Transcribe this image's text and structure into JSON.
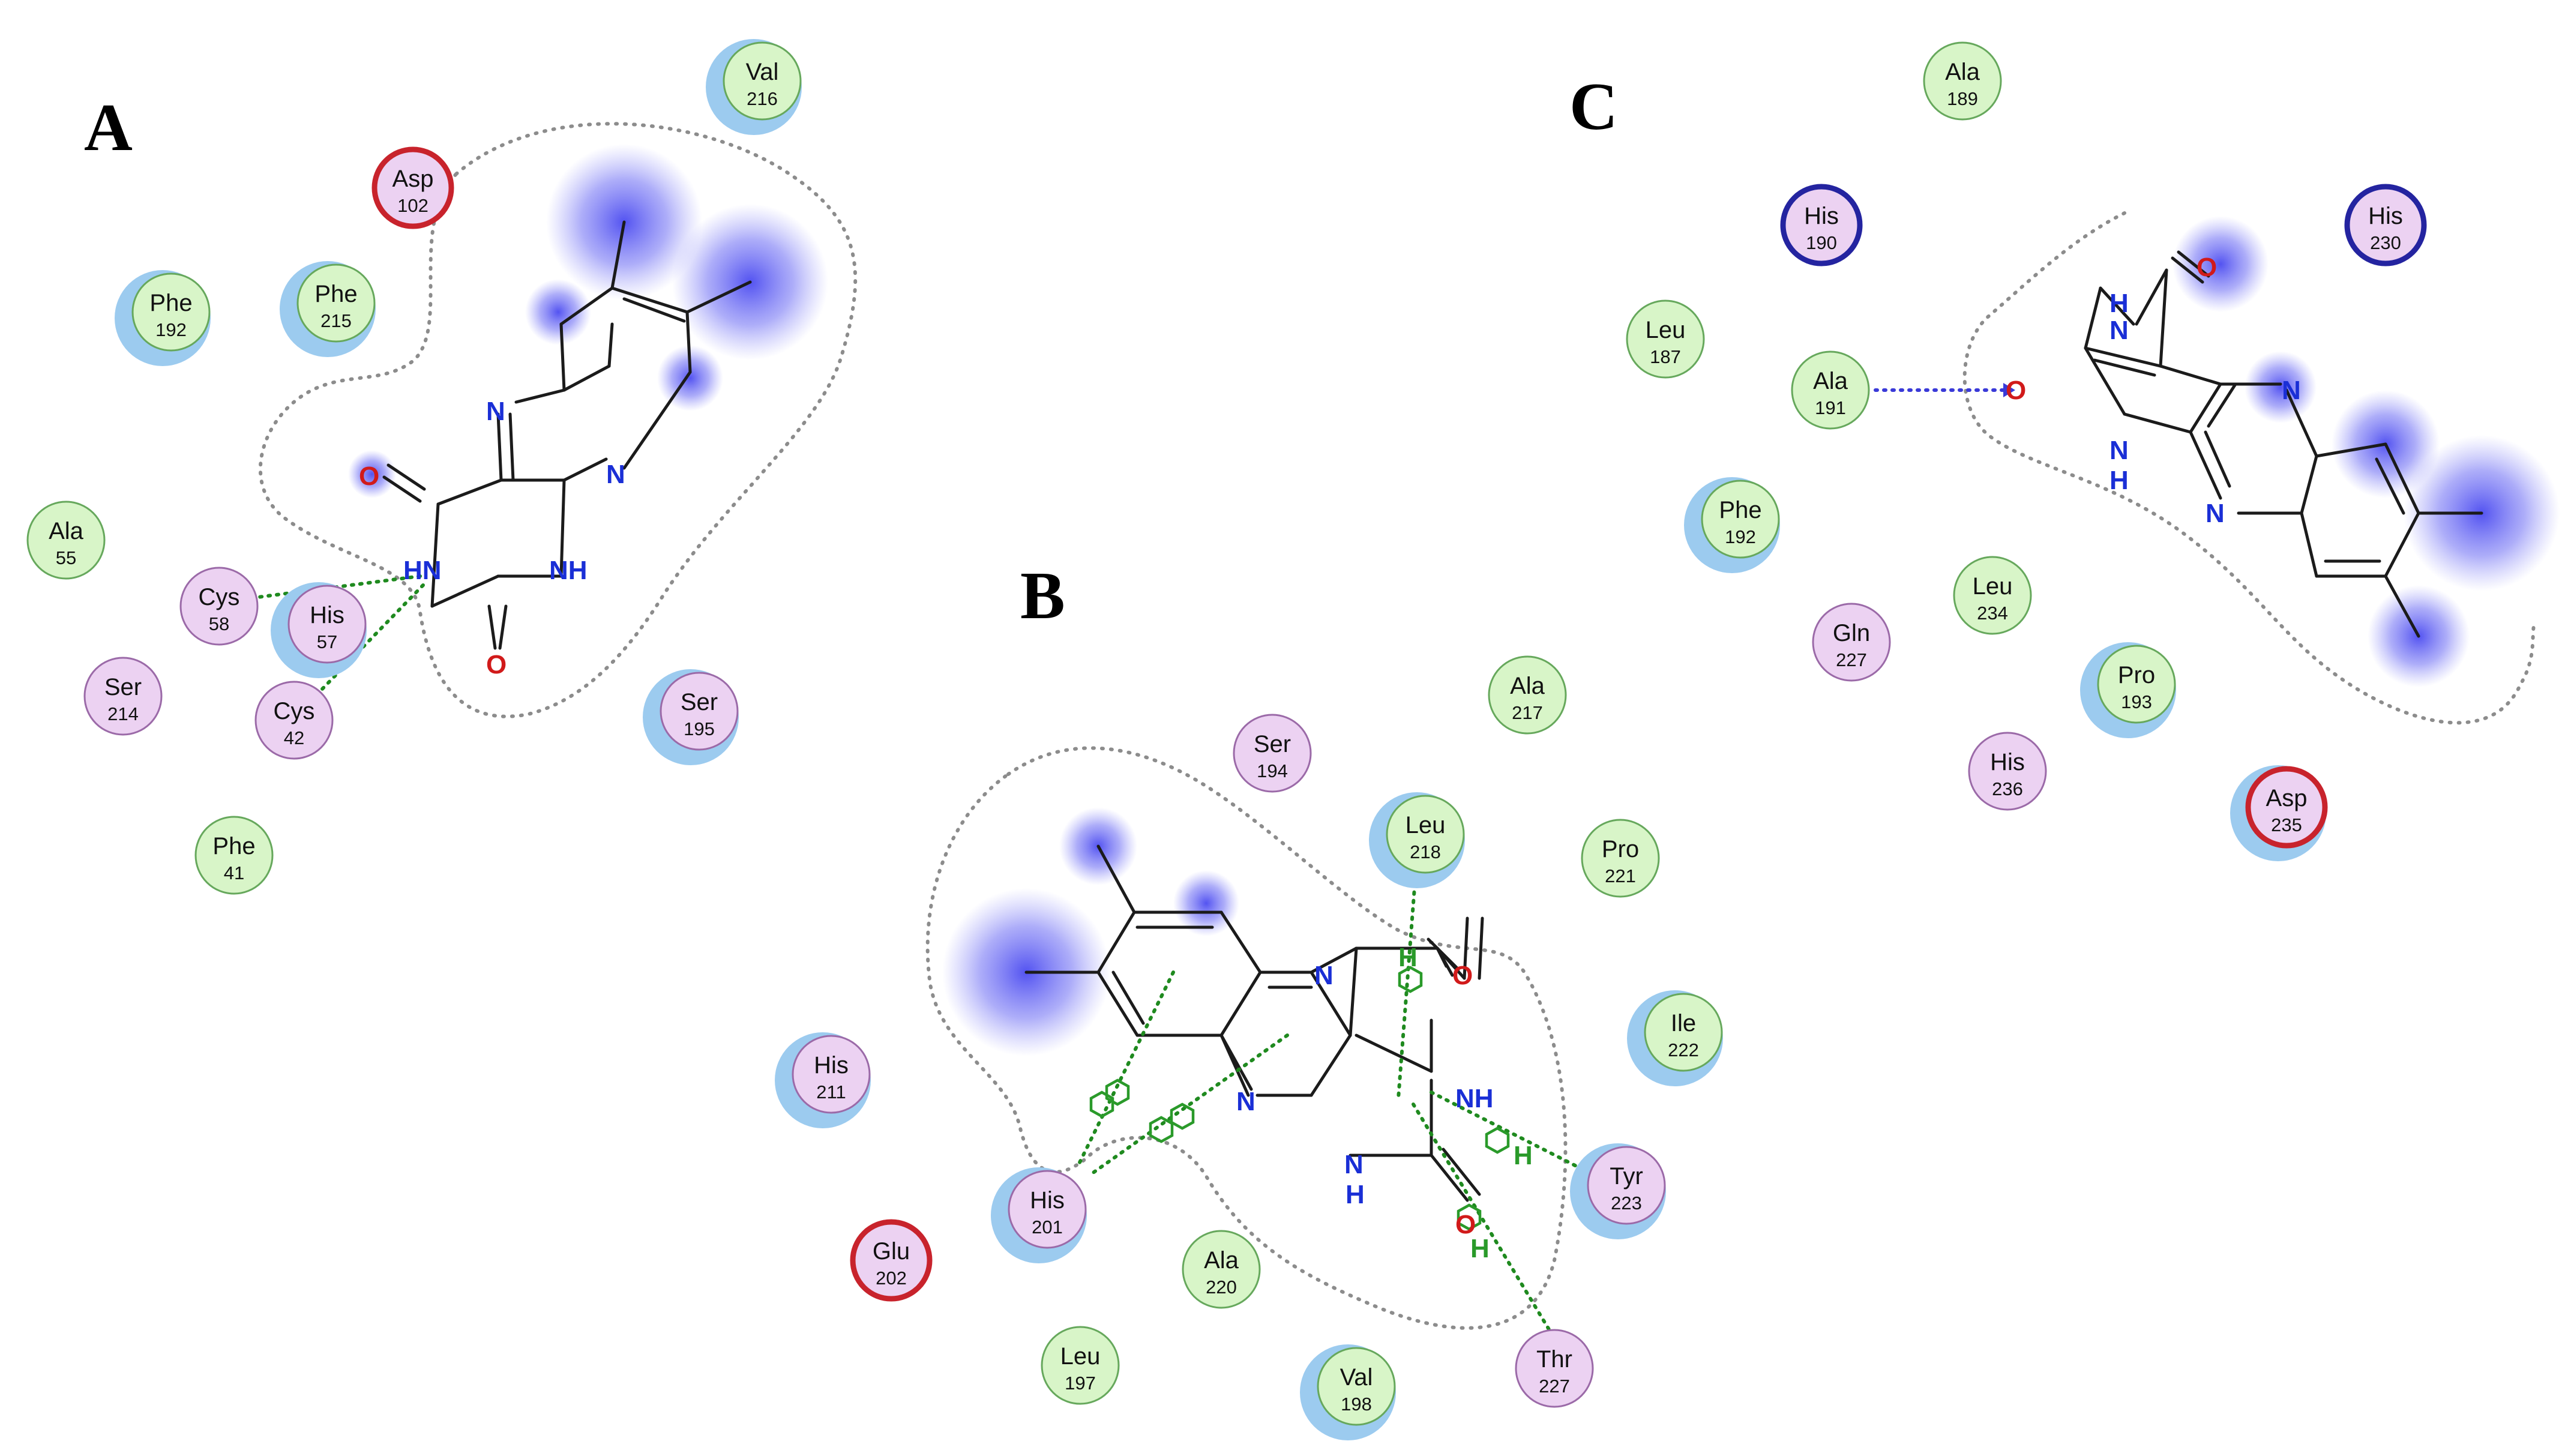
{
  "colors": {
    "hydrophobic_fill": "#d8f5c8",
    "hydrophobic_stroke": "#66a85c",
    "polar_fill": "#ecd2f2",
    "polar_stroke": "#9b6aa8",
    "acidic_stroke": "#c8232c",
    "basic_stroke": "#2424a0",
    "exposure_halo": "#9ccbef",
    "ligand_exposure": "#5252f0",
    "nitrogen": "#1a2fd6",
    "oxygen": "#d11a1a",
    "hbond_green": "#1f8a1f",
    "hbond_blue": "#3a3ad8"
  },
  "panels": [
    {
      "letter": "A",
      "residues": [
        {
          "name": "Val",
          "num": "216",
          "type": "hydrophobic",
          "halo": true
        },
        {
          "name": "Asp",
          "num": "102",
          "type": "acidic",
          "halo": false
        },
        {
          "name": "Phe",
          "num": "192",
          "type": "hydrophobic",
          "halo": true
        },
        {
          "name": "Phe",
          "num": "215",
          "type": "hydrophobic",
          "halo": true
        },
        {
          "name": "Ala",
          "num": "55",
          "type": "hydrophobic",
          "halo": false
        },
        {
          "name": "Cys",
          "num": "58",
          "type": "polar",
          "halo": false
        },
        {
          "name": "His",
          "num": "57",
          "type": "polar",
          "halo": true
        },
        {
          "name": "Ser",
          "num": "214",
          "type": "polar",
          "halo": false
        },
        {
          "name": "Cys",
          "num": "42",
          "type": "polar",
          "halo": false
        },
        {
          "name": "Ser",
          "num": "195",
          "type": "polar",
          "halo": true
        },
        {
          "name": "Phe",
          "num": "41",
          "type": "hydrophobic",
          "halo": false
        }
      ],
      "atoms": [
        {
          "label": "N",
          "element": "N"
        },
        {
          "label": "N",
          "element": "N"
        },
        {
          "label": "O",
          "element": "O"
        },
        {
          "label": "HN",
          "element": "N"
        },
        {
          "label": "NH",
          "element": "N"
        },
        {
          "label": "O",
          "element": "O"
        }
      ]
    },
    {
      "letter": "B",
      "residues": [
        {
          "name": "Ala",
          "num": "217",
          "type": "hydrophobic",
          "halo": false
        },
        {
          "name": "Ser",
          "num": "194",
          "type": "polar",
          "halo": false
        },
        {
          "name": "Leu",
          "num": "218",
          "type": "hydrophobic",
          "halo": true
        },
        {
          "name": "Pro",
          "num": "221",
          "type": "hydrophobic",
          "halo": false
        },
        {
          "name": "Ile",
          "num": "222",
          "type": "hydrophobic",
          "halo": true
        },
        {
          "name": "His",
          "num": "211",
          "type": "polar",
          "halo": true
        },
        {
          "name": "Tyr",
          "num": "223",
          "type": "polar",
          "halo": true
        },
        {
          "name": "His",
          "num": "201",
          "type": "polar",
          "halo": true
        },
        {
          "name": "Glu",
          "num": "202",
          "type": "acidic",
          "halo": false
        },
        {
          "name": "Ala",
          "num": "220",
          "type": "hydrophobic",
          "halo": false
        },
        {
          "name": "Leu",
          "num": "197",
          "type": "hydrophobic",
          "halo": false
        },
        {
          "name": "Val",
          "num": "198",
          "type": "hydrophobic",
          "halo": true
        },
        {
          "name": "Thr",
          "num": "227",
          "type": "polar",
          "halo": false
        }
      ],
      "atoms": [
        {
          "label": "N",
          "element": "N"
        },
        {
          "label": "O",
          "element": "O"
        },
        {
          "label": "NH",
          "element": "N"
        },
        {
          "label": "N",
          "element": "N"
        },
        {
          "label": "N",
          "element": "N"
        },
        {
          "label": "H",
          "element": "N"
        },
        {
          "label": "O",
          "element": "O"
        }
      ],
      "contact_h": [
        {
          "label": "H"
        },
        {
          "label": "H"
        },
        {
          "label": "H"
        }
      ]
    },
    {
      "letter": "C",
      "residues": [
        {
          "name": "Ala",
          "num": "189",
          "type": "hydrophobic",
          "halo": false
        },
        {
          "name": "His",
          "num": "190",
          "type": "basic",
          "halo": false
        },
        {
          "name": "His",
          "num": "230",
          "type": "basic",
          "halo": false
        },
        {
          "name": "Leu",
          "num": "187",
          "type": "hydrophobic",
          "halo": false
        },
        {
          "name": "Ala",
          "num": "191",
          "type": "hydrophobic",
          "halo": false
        },
        {
          "name": "Phe",
          "num": "192",
          "type": "hydrophobic",
          "halo": true
        },
        {
          "name": "Leu",
          "num": "234",
          "type": "hydrophobic",
          "halo": false
        },
        {
          "name": "Gln",
          "num": "227",
          "type": "polar",
          "halo": false
        },
        {
          "name": "Pro",
          "num": "193",
          "type": "hydrophobic",
          "halo": true
        },
        {
          "name": "His",
          "num": "236",
          "type": "polar",
          "halo": false
        },
        {
          "name": "Asp",
          "num": "235",
          "type": "acidic",
          "halo": true
        }
      ],
      "atoms": [
        {
          "label": "H",
          "element": "N"
        },
        {
          "label": "N",
          "element": "N"
        },
        {
          "label": "O",
          "element": "O"
        },
        {
          "label": "O",
          "element": "O"
        },
        {
          "label": "N",
          "element": "N"
        },
        {
          "label": "N",
          "element": "N"
        },
        {
          "label": "H",
          "element": "N"
        },
        {
          "label": "N",
          "element": "N"
        }
      ]
    }
  ]
}
